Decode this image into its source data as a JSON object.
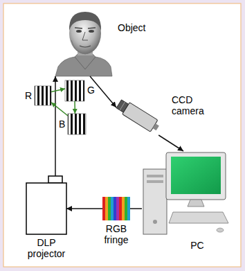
{
  "diagram": {
    "nodes": [
      {
        "text": [
          "Object"
        ]
      },
      {
        "text": [
          "R"
        ]
      },
      {
        "text": [
          "G"
        ]
      },
      {
        "text": [
          "B"
        ]
      },
      {
        "text": [
          "CCD camera"
        ]
      },
      {
        "text": [
          "PC"
        ]
      },
      {
        "text": [
          "DLP projector"
        ]
      },
      {
        "text": [
          "RGB fringe"
        ]
      }
    ],
    "edges": [
      {
        "from": 6,
        "to": 0,
        "arrow": "to"
      },
      {
        "from": 0,
        "to": 4,
        "arrow": "to"
      },
      {
        "from": 4,
        "to": 5,
        "arrow": "to"
      },
      {
        "from": 5,
        "to": 7,
        "arrow": "none"
      },
      {
        "from": 7,
        "to": 6,
        "arrow": "to"
      },
      {
        "from": 1,
        "to": 2,
        "arrow": "to"
      },
      {
        "from": 2,
        "to": 3,
        "arrow": "to"
      },
      {
        "from": 3,
        "to": 1,
        "arrow": "to"
      }
    ]
  }
}
